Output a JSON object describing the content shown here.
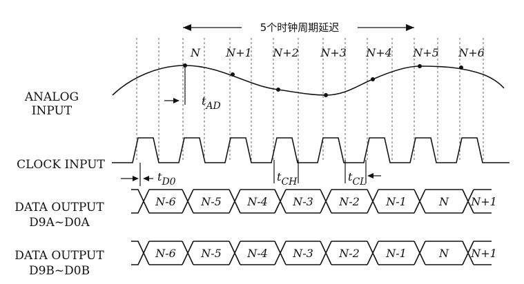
{
  "title": "5个时钟周期延迟",
  "signals": {
    "analog_line1": "ANALOG",
    "analog_line2": "INPUT",
    "clock": "CLOCK INPUT",
    "data_a_line1": "DATA OUTPUT",
    "data_a_line2": "D9A~D0A",
    "data_b_line1": "DATA OUTPUT",
    "data_b_line2": "D9B~D0B"
  },
  "sample_labels": [
    "N",
    "N+1",
    "N+2",
    "N+3",
    "N+4",
    "N+5",
    "N+6"
  ],
  "data_words": [
    "N-6",
    "N-5",
    "N-4",
    "N-3",
    "N-2",
    "N-1",
    "N",
    "N+1"
  ],
  "timing": {
    "tAD": {
      "t": "t",
      "sub": "AD"
    },
    "tD0": {
      "t": "t",
      "sub": "D0"
    },
    "tCH": {
      "t": "t",
      "sub": "CH"
    },
    "tCL": {
      "t": "t",
      "sub": "CL"
    }
  }
}
